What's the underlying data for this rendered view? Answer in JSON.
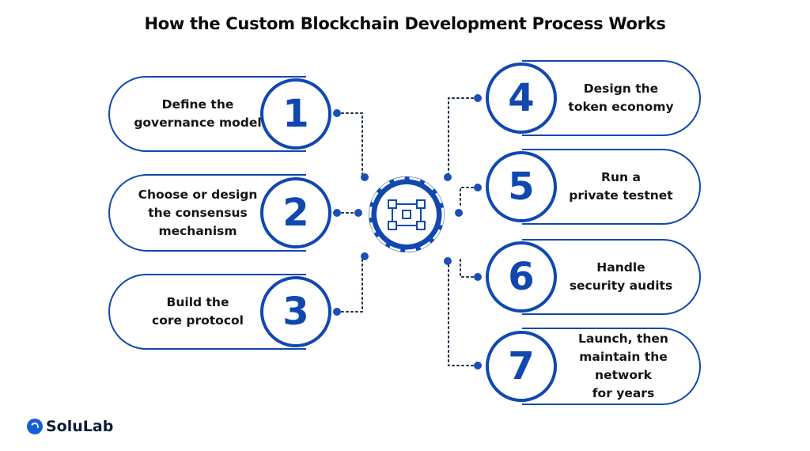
{
  "title": "How the Custom Blockchain Development Process Works",
  "steps": [
    {
      "number": "1",
      "label": "Define the\ngovernance model"
    },
    {
      "number": "2",
      "label": "Choose or design\nthe consensus\nmechanism"
    },
    {
      "number": "3",
      "label": "Build the\ncore protocol"
    },
    {
      "number": "4",
      "label": "Design the\ntoken economy"
    },
    {
      "number": "5",
      "label": "Run a\nprivate testnet"
    },
    {
      "number": "6",
      "label": "Handle\nsecurity audits"
    },
    {
      "number": "7",
      "label": "Launch, then\nmaintain the network\nfor years"
    }
  ],
  "center_icon": "blockchain-network-icon",
  "logo": {
    "text": "SoluLab",
    "icon": "solulab-logo-icon"
  },
  "colors": {
    "accent": "#1048b0",
    "dot": "#1a4fb8",
    "text": "#141414"
  }
}
